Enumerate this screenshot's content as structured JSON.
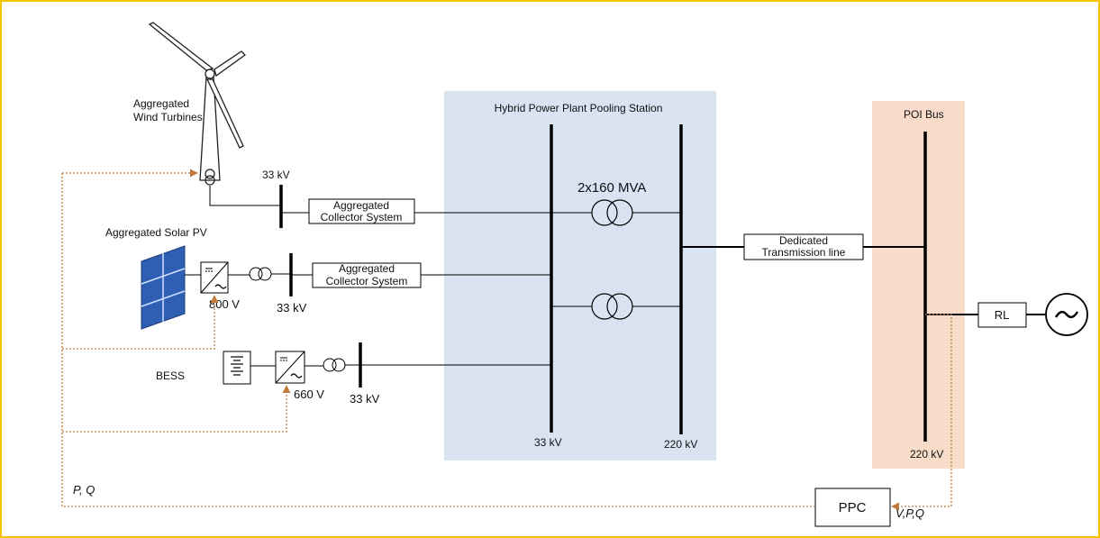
{
  "diagram": {
    "wind_label_line1": "Aggregated",
    "wind_label_line2": "Wind Turbines",
    "wind_bus_voltage": "33 kV",
    "collector1_line1": "Aggregated",
    "collector1_line2": "Collector System",
    "solar_label": "Aggregated Solar PV",
    "solar_inverter_voltage": "800 V",
    "solar_bus_voltage": "33 kV",
    "collector2_line1": "Aggregated",
    "collector2_line2": "Collector System",
    "bess_label": "BESS",
    "bess_inverter_voltage": "660 V",
    "bess_bus_voltage": "33 kV",
    "pooling_station_title": "Hybrid Power Plant Pooling Station",
    "transformer_rating": "2x160 MVA",
    "pooling_lv_bus_voltage": "33 kV",
    "pooling_hv_bus_voltage": "220 kV",
    "transmission_line1": "Dedicated",
    "transmission_line2": "Transmission line",
    "poi_bus_label": "POI Bus",
    "poi_bus_voltage": "220 kV",
    "rl_label": "RL",
    "ppc_label": "PPC",
    "feedback_pq": "P, Q",
    "measurement_vpq": "V,P,Q",
    "colors": {
      "frame": "#f5c400",
      "pooling_bg": "#dae3f1",
      "poi_bg": "#f8dcc9",
      "control_line": "#c07a3c",
      "solar_panel": "#2f5fb3",
      "line": "#000000"
    }
  }
}
